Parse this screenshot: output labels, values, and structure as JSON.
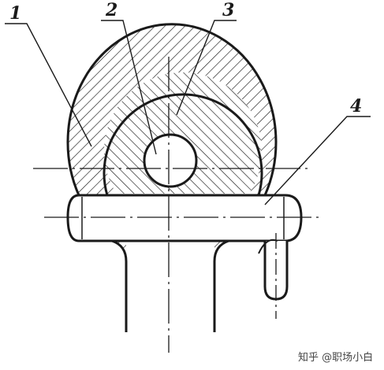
{
  "callouts": [
    "1",
    "2",
    "3",
    "4"
  ],
  "watermark": "知乎 @职场小白",
  "colors": {
    "ink": "#1a1a1a",
    "background": "#ffffff",
    "watermark": "#444444"
  }
}
